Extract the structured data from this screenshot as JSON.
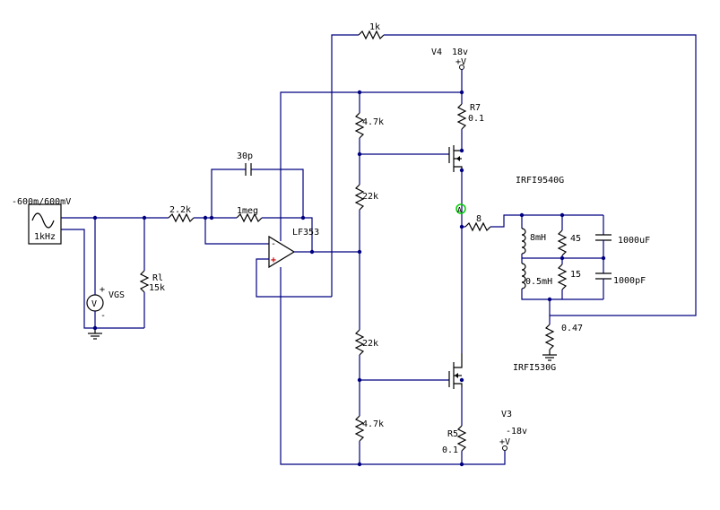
{
  "labels": {
    "source_amp": "-600m/600mV",
    "source_freq": "1kHz",
    "r_input": "2.2k",
    "c_feedback": "30p",
    "r_feedback": "1meg",
    "opamp": "LF353",
    "r_top_outer": "4.7k",
    "r_top_inner": "22k",
    "r_bot_inner": "22k",
    "r_bot_outer": "4.7k",
    "r_global_fb": "1k",
    "v4_name": "V4",
    "v4_value": "18v",
    "v3_name": "V3",
    "v3_value": "-18v",
    "supply_plus": "+V",
    "r7_name": "R7",
    "r7_value": "0.1",
    "r5_name": "R5",
    "r5_value": "0.1",
    "pmos": "IRFI9540G",
    "nmos": "IRFI530G",
    "load_r": "8",
    "l1": "8mH",
    "l2": "0.5mH",
    "r45": "45",
    "r15": "15",
    "c1": "1000uF",
    "c2": "1000pF",
    "r_ground": "0.47",
    "rl_name": "Rl",
    "rl_value": "15k",
    "vm_name": "VGS",
    "vm_letter": "V",
    "plus": "+",
    "minus": "-",
    "probe": "A"
  }
}
